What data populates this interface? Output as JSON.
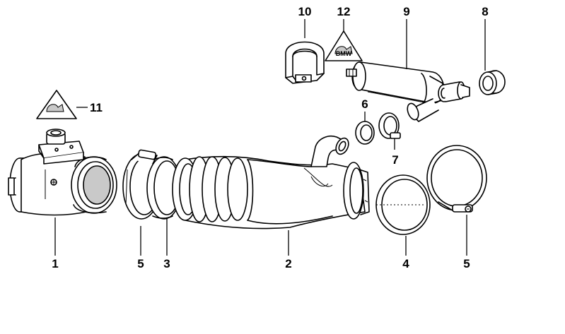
{
  "colors": {
    "line": "#000000",
    "background": "#ffffff",
    "shade": "#c9c9c9"
  },
  "callouts": [
    {
      "id": "c10",
      "label": "10"
    },
    {
      "id": "c12",
      "label": "12"
    },
    {
      "id": "c9",
      "label": "9"
    },
    {
      "id": "c8",
      "label": "8"
    },
    {
      "id": "c11",
      "label": "11"
    },
    {
      "id": "c6",
      "label": "6"
    },
    {
      "id": "c7",
      "label": "7"
    },
    {
      "id": "c1",
      "label": "1"
    },
    {
      "id": "c5a",
      "label": "5"
    },
    {
      "id": "c3",
      "label": "3"
    },
    {
      "id": "c2",
      "label": "2"
    },
    {
      "id": "c4",
      "label": "4"
    },
    {
      "id": "c5b",
      "label": "5"
    }
  ],
  "warning_icons": [
    "hazard-triangle-icon",
    "hazard-triangle-icon"
  ]
}
